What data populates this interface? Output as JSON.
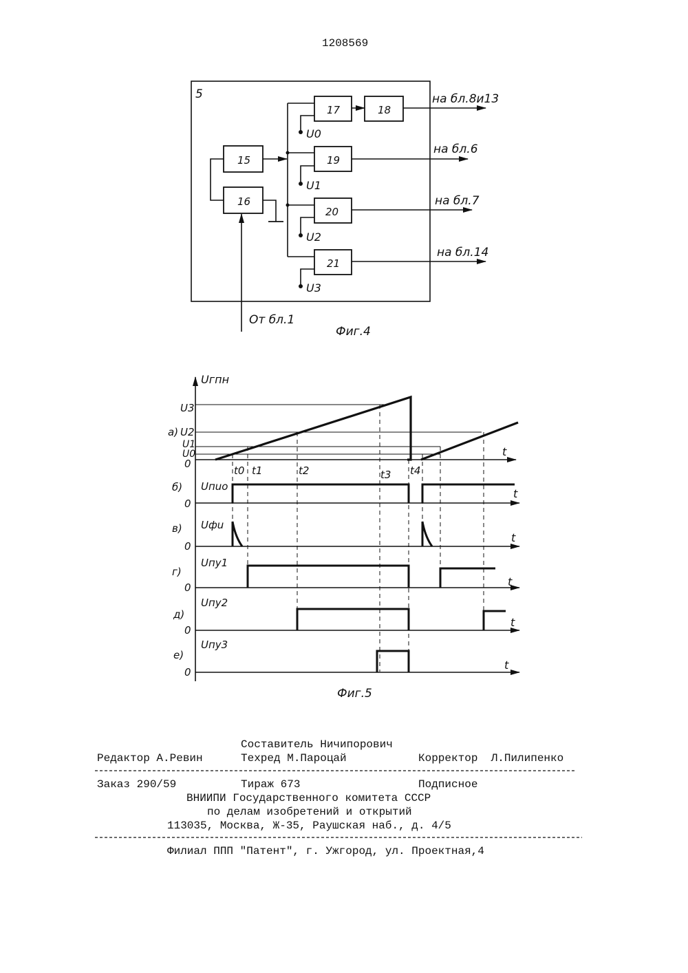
{
  "page_number": "1208569",
  "fig4": {
    "caption": "Фиг.4",
    "block_label": "5",
    "blocks": [
      "15",
      "16",
      "17",
      "18",
      "19",
      "20",
      "21"
    ],
    "voltages": [
      "U0",
      "U1",
      "U2",
      "U3"
    ],
    "outputs": [
      "на бл.8и13",
      "на бл.6",
      "на бл.7",
      "на бл.14"
    ],
    "input": "От бл.1"
  },
  "fig5": {
    "caption": "Фиг.5",
    "top_axis_label": "Uгпн",
    "levels": [
      "U3",
      "U2",
      "U1",
      "U0"
    ],
    "zero": "0",
    "t_axis": "t",
    "time_marks": [
      "t0",
      "t1",
      "t2",
      "t3",
      "t4"
    ],
    "rows": [
      {
        "letter": "а)",
        "signal": "Uгпн"
      },
      {
        "letter": "б)",
        "signal": "Uпuo"
      },
      {
        "letter": "в)",
        "signal": "Uфu"
      },
      {
        "letter": "г)",
        "signal": "Uпу1"
      },
      {
        "letter": "д)",
        "signal": "Uпу2"
      },
      {
        "letter": "е)",
        "signal": "Uпу3"
      }
    ]
  },
  "colophon": {
    "compiler": "Составитель Ничипорович",
    "editor": "Редактор А.Ревин",
    "techred": "Техред М.Пароцай",
    "corrector": "Корректор  Л.Пилипенко",
    "order": "Заказ 290/59",
    "circulation": "Тираж 673",
    "subscription": "Подписное",
    "org_line1": "ВНИИПИ Государственного комитета СССР",
    "org_line2": "по делам изобретений и открытий",
    "org_line3": "113035, Москва, Ж-35, Раушская наб., д. 4/5",
    "branch": "Филиал ППП \"Патент\", г. Ужгород, ул. Проектная,4"
  }
}
